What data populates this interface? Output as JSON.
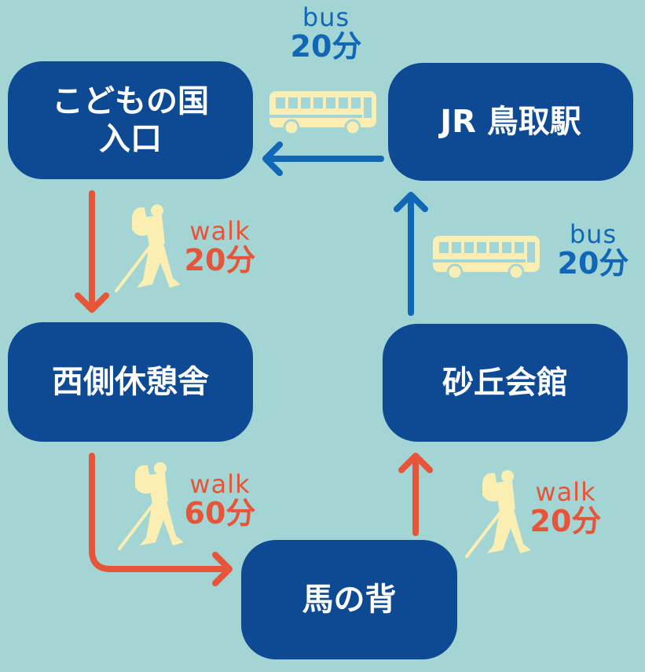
{
  "nodes": {
    "kodomo_line1": "こどもの国",
    "kodomo_line2": "入口",
    "jr": "JR 鳥取駅",
    "nishi": "西側休憩舎",
    "sakyu": "砂丘会館",
    "umanose": "馬の背"
  },
  "edges": {
    "bus_top": {
      "mode": "bus",
      "time": "20分"
    },
    "bus_right": {
      "mode": "bus",
      "time": "20分"
    },
    "walk_1": {
      "mode": "walk",
      "time": "20分"
    },
    "walk_2": {
      "mode": "walk",
      "time": "60分"
    },
    "walk_3": {
      "mode": "walk",
      "time": "20分"
    }
  },
  "colors": {
    "background": "#a3d5d4",
    "node": "#0d4a93",
    "bus": "#1167b5",
    "walk": "#e6553a",
    "icon": "#fbeeb2"
  },
  "icons": [
    "bus-icon",
    "hiker-icon"
  ]
}
